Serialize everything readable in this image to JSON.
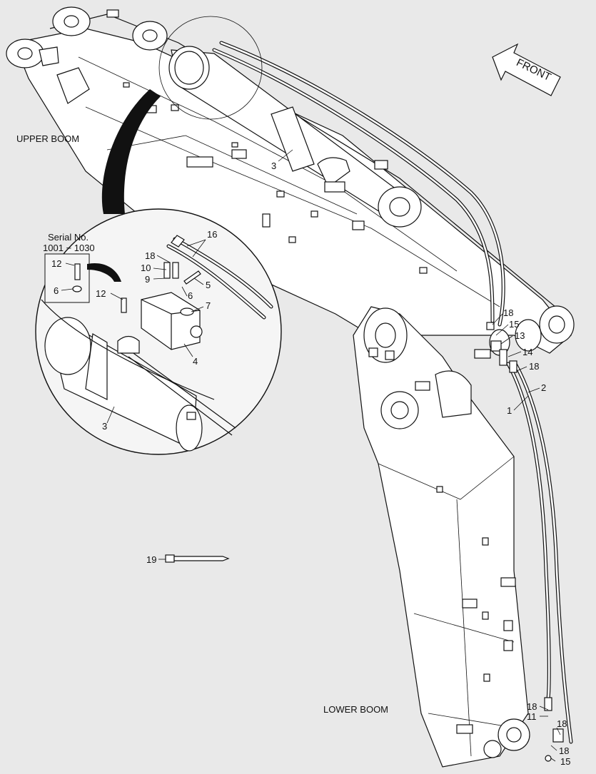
{
  "sections": {
    "upper": "UPPER BOOM",
    "lower": "LOWER BOOM"
  },
  "front_label": "FRONT",
  "serial": {
    "line1": "Serial No.",
    "line2": "1001 ~ 1030"
  },
  "callouts": [
    {
      "id": "c3-main",
      "text": "3"
    },
    {
      "id": "c16",
      "text": "16"
    },
    {
      "id": "c18-detail",
      "text": "18"
    },
    {
      "id": "c10",
      "text": "10"
    },
    {
      "id": "c9",
      "text": "9"
    },
    {
      "id": "c5",
      "text": "5"
    },
    {
      "id": "c6-detail",
      "text": "6"
    },
    {
      "id": "c7",
      "text": "7"
    },
    {
      "id": "c4",
      "text": "4"
    },
    {
      "id": "c12-detail",
      "text": "12"
    },
    {
      "id": "c3-detail",
      "text": "3"
    },
    {
      "id": "c12-serial",
      "text": "12"
    },
    {
      "id": "c6-serial",
      "text": "6"
    },
    {
      "id": "c18-a",
      "text": "18"
    },
    {
      "id": "c15-a",
      "text": "15"
    },
    {
      "id": "c13",
      "text": "13"
    },
    {
      "id": "c14",
      "text": "14"
    },
    {
      "id": "c18-b",
      "text": "18"
    },
    {
      "id": "c2",
      "text": "2"
    },
    {
      "id": "c1",
      "text": "1"
    },
    {
      "id": "c19",
      "text": "19"
    },
    {
      "id": "c18-c",
      "text": "18"
    },
    {
      "id": "c11",
      "text": "11"
    },
    {
      "id": "c18-d",
      "text": "18"
    },
    {
      "id": "c18-e",
      "text": "18"
    },
    {
      "id": "c15-b",
      "text": "15"
    }
  ]
}
